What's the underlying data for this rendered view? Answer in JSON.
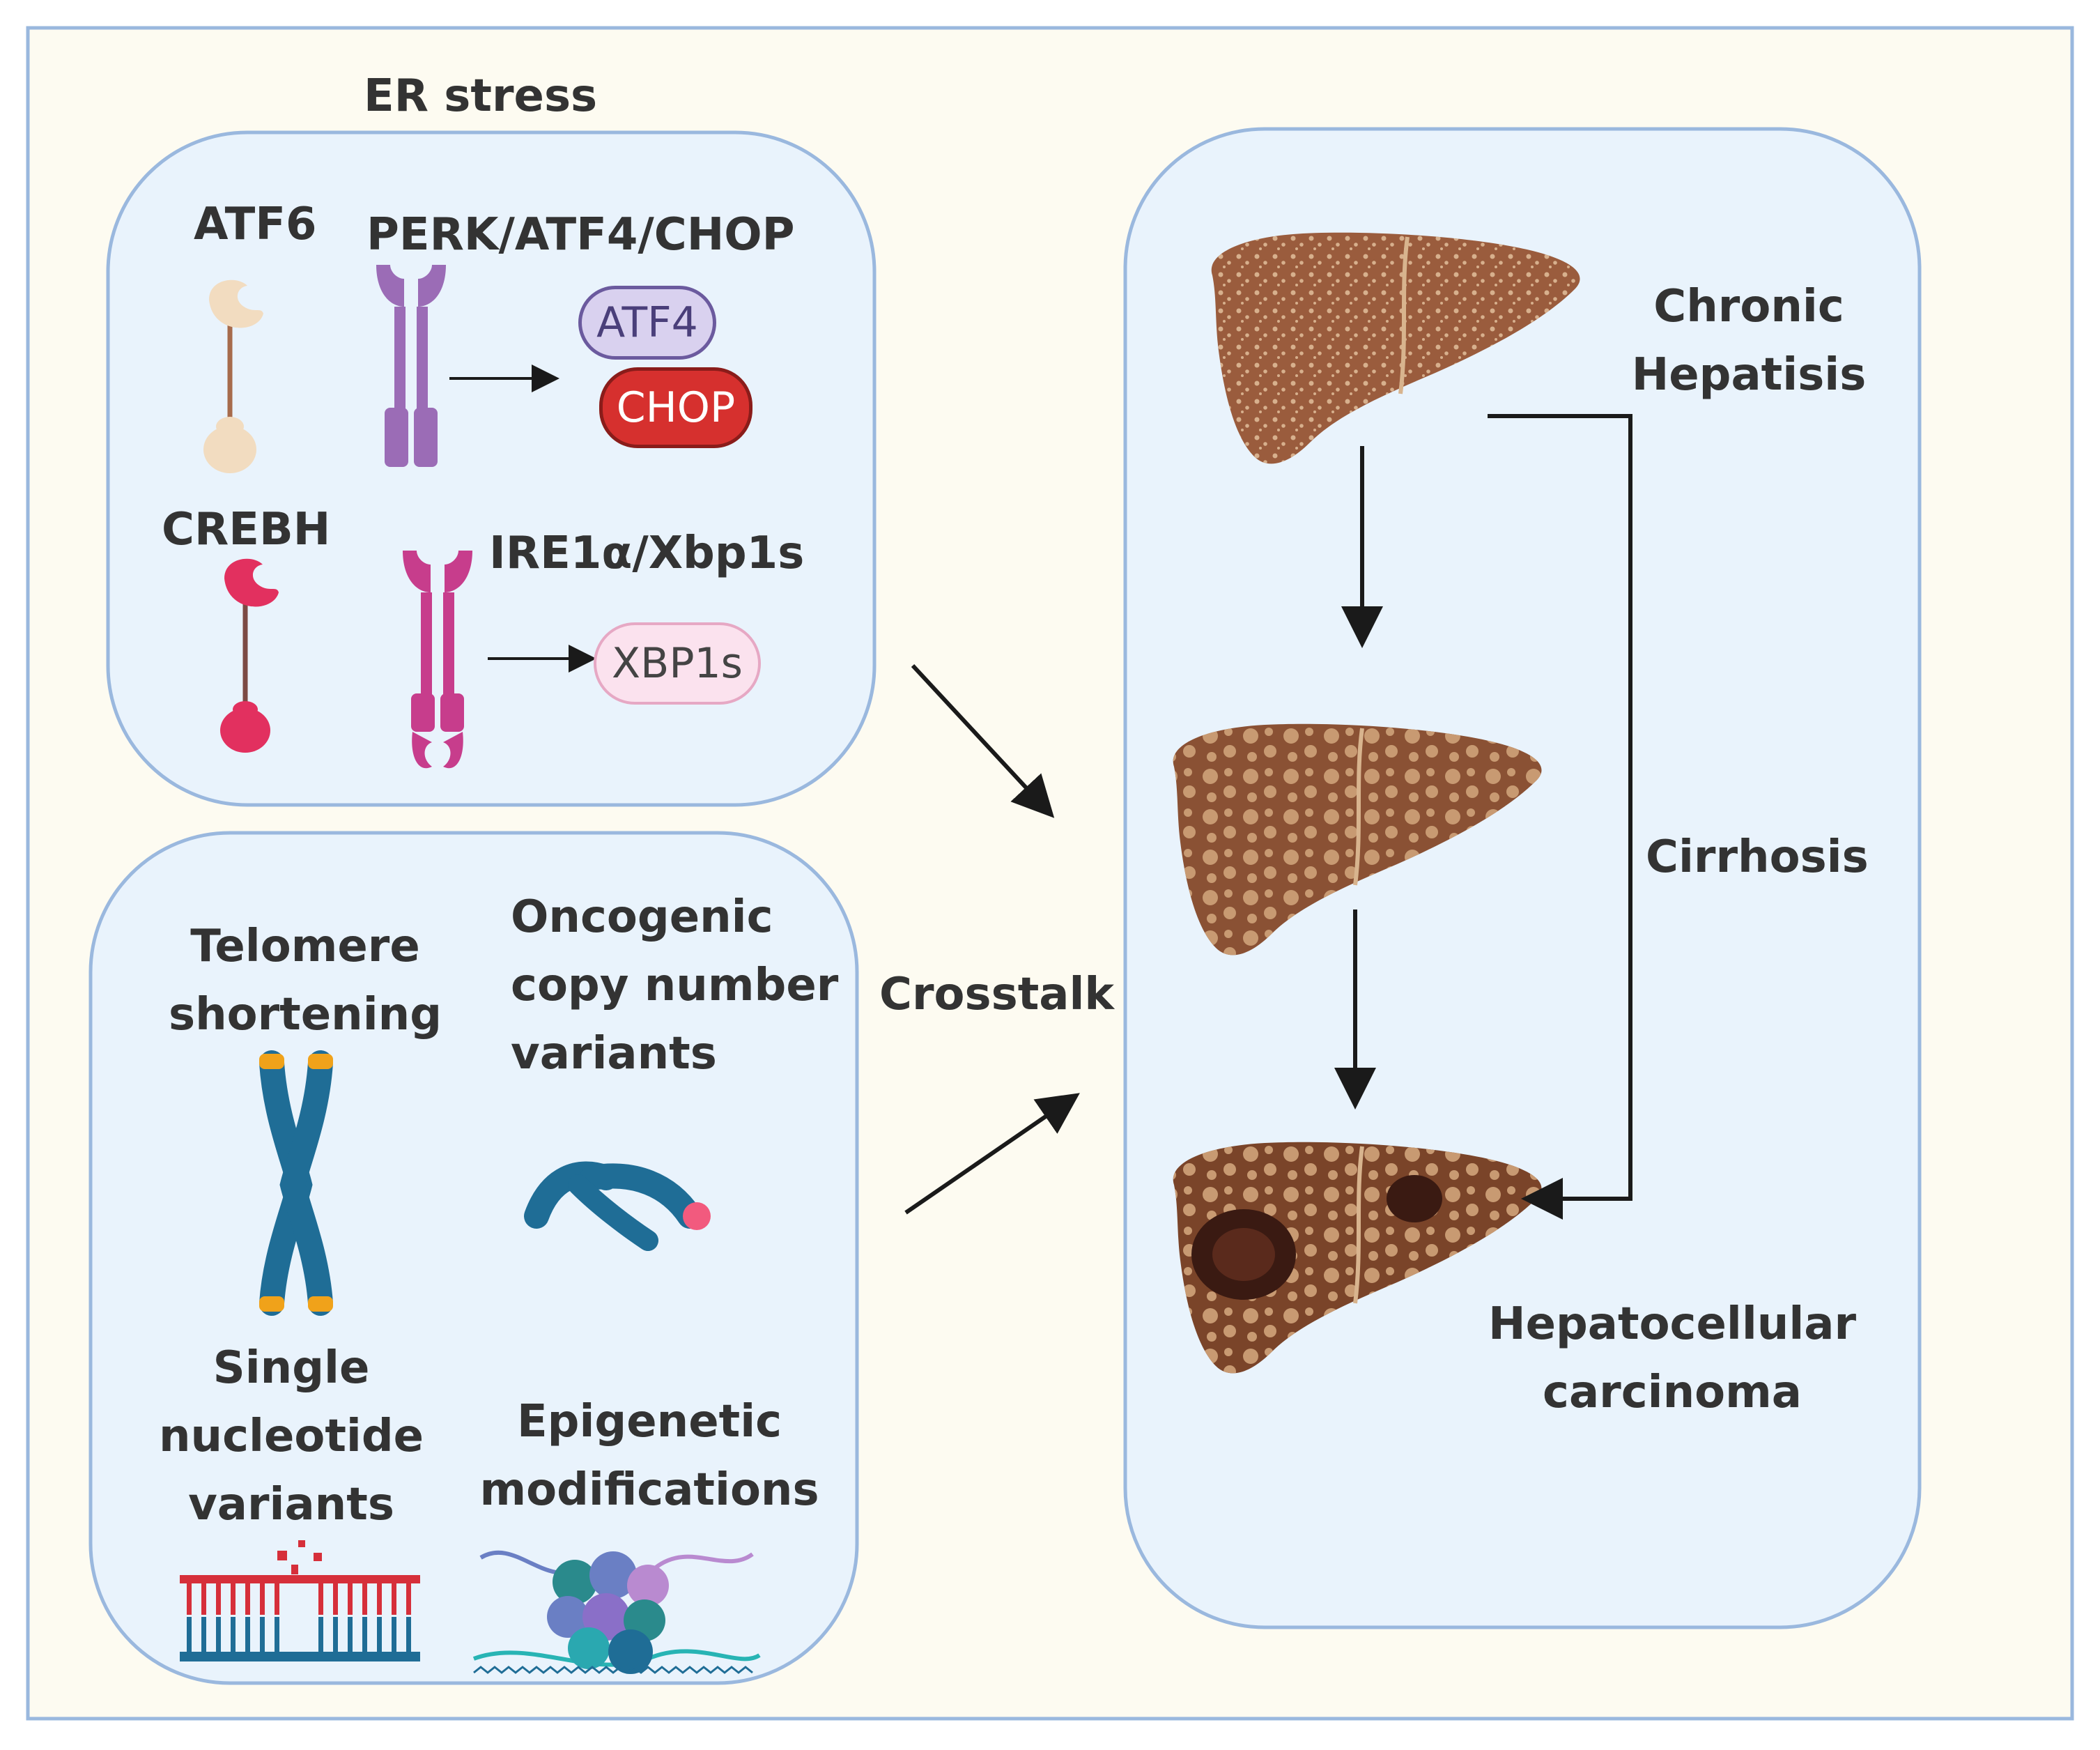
{
  "colors": {
    "background": "#fdfbf1",
    "panel": "#e9f3fc",
    "panel_border": "#9ab8de",
    "frame_border": "#9ab8de",
    "text": "#333333",
    "arrow": "#1a1a1a",
    "atf6": "#f2dcc0",
    "atf6_stem": "#a76b4c",
    "perk": "#9b6cb6",
    "crebh": "#e2305f",
    "crebh_stem": "#7c4a44",
    "ire1": "#c73d8c",
    "atf4_fill": "#d9d1ef",
    "atf4_border": "#6b5a9e",
    "chop_fill": "#d6302e",
    "xbp1s_fill": "#fbe2ee",
    "xbp1s_border": "#e6a8c4",
    "chromosome": "#1f6d96",
    "telomere": "#f0a21a",
    "cnv_highlight": "#f25a7e",
    "liver": "#9a5c3d",
    "liver_dark": "#7a4429",
    "nodule": "#c99a73",
    "tumor": "#3a1a12"
  },
  "er_stress": {
    "title": "ER stress",
    "atf6": "ATF6",
    "perk": "PERK/ATF4/CHOP",
    "atf4": "ATF4",
    "chop": "CHOP",
    "crebh": "CREBH",
    "ire1": "IRE1α/Xbp1s",
    "xbp1s": "XBP1s"
  },
  "genetic": {
    "telomere": [
      "Telomere",
      "shortening"
    ],
    "oncogenic": [
      "Oncogenic",
      "copy number",
      "variants"
    ],
    "snv": [
      "Single",
      "nucleotide",
      "variants"
    ],
    "epigenetic": [
      "Epigenetic",
      "modifications"
    ]
  },
  "crosstalk": "Crosstalk",
  "disease": {
    "chronic": [
      "Chronic",
      "Hepatisis"
    ],
    "cirrhosis": "Cirrhosis",
    "hcc": [
      "Hepatocellular",
      "carcinoma"
    ]
  }
}
